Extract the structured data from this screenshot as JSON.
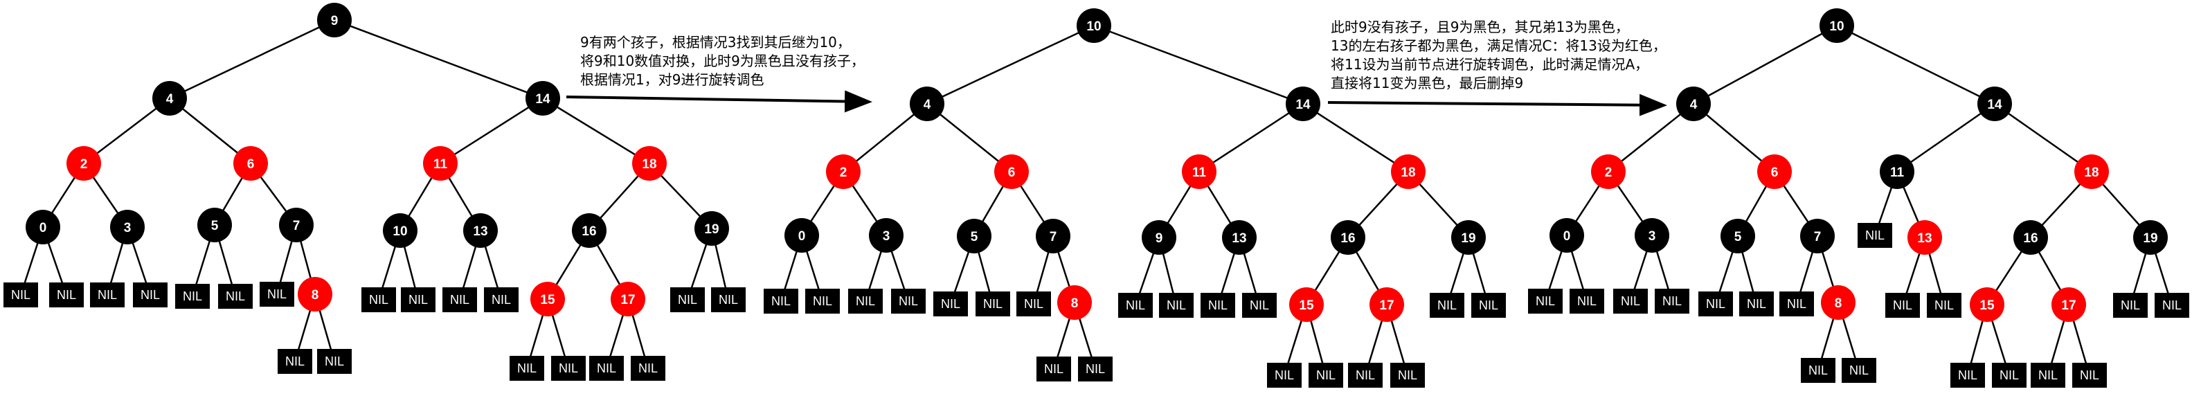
{
  "colors": {
    "red": "#ff0000",
    "black": "#000000",
    "nil": "#000000"
  },
  "notes": [
    {
      "lines": [
        "9有两个孩子，根据情况3找到其后继为10，",
        "将9和10数值对换，此时9为黑色且没有孩子，",
        "根据情况1，对9进行旋转调色"
      ]
    },
    {
      "lines": [
        "此时9没有孩子，且9为黑色，其兄弟13为黑色，",
        "13的左右孩子都为黑色，满足情况C：将13设为红色，",
        "将11设为当前节点进行旋转调色，此时满足情况A，",
        "直接将11变为黑色，最后删掉9"
      ]
    }
  ],
  "trees": [
    {
      "nodes": [
        {
          "id": "n9",
          "label": "9",
          "color": "black"
        },
        {
          "id": "n4",
          "label": "4",
          "color": "black"
        },
        {
          "id": "n14",
          "label": "14",
          "color": "black"
        },
        {
          "id": "n2",
          "label": "2",
          "color": "red"
        },
        {
          "id": "n6",
          "label": "6",
          "color": "red"
        },
        {
          "id": "n11",
          "label": "11",
          "color": "red"
        },
        {
          "id": "n18",
          "label": "18",
          "color": "red"
        },
        {
          "id": "n0",
          "label": "0",
          "color": "black"
        },
        {
          "id": "n3",
          "label": "3",
          "color": "black"
        },
        {
          "id": "n5",
          "label": "5",
          "color": "black"
        },
        {
          "id": "n7",
          "label": "7",
          "color": "black"
        },
        {
          "id": "n10",
          "label": "10",
          "color": "black"
        },
        {
          "id": "n13",
          "label": "13",
          "color": "black"
        },
        {
          "id": "n16",
          "label": "16",
          "color": "black"
        },
        {
          "id": "n19",
          "label": "19",
          "color": "black"
        },
        {
          "id": "n8",
          "label": "8",
          "color": "red"
        },
        {
          "id": "n15",
          "label": "15",
          "color": "red"
        },
        {
          "id": "n17",
          "label": "17",
          "color": "red"
        }
      ],
      "nils": [
        {
          "id": "a1",
          "label": "NIL"
        },
        {
          "id": "a2",
          "label": "NIL"
        },
        {
          "id": "a3",
          "label": "NIL"
        },
        {
          "id": "a4",
          "label": "NIL"
        },
        {
          "id": "a5",
          "label": "NIL"
        },
        {
          "id": "a6",
          "label": "NIL"
        },
        {
          "id": "a7",
          "label": "NIL"
        },
        {
          "id": "a8",
          "label": "NIL"
        },
        {
          "id": "a9",
          "label": "NIL"
        },
        {
          "id": "a10",
          "label": "NIL"
        },
        {
          "id": "a11",
          "label": "NIL"
        },
        {
          "id": "a12",
          "label": "NIL"
        },
        {
          "id": "a13",
          "label": "NIL"
        },
        {
          "id": "a14",
          "label": "NIL"
        },
        {
          "id": "a15",
          "label": "NIL"
        },
        {
          "id": "a16",
          "label": "NIL"
        },
        {
          "id": "a17",
          "label": "NIL"
        },
        {
          "id": "a18",
          "label": "NIL"
        },
        {
          "id": "a19",
          "label": "NIL"
        }
      ],
      "edges": [
        [
          "n9",
          "n4"
        ],
        [
          "n9",
          "n14"
        ],
        [
          "n4",
          "n2"
        ],
        [
          "n4",
          "n6"
        ],
        [
          "n14",
          "n11"
        ],
        [
          "n14",
          "n18"
        ],
        [
          "n2",
          "n0"
        ],
        [
          "n2",
          "n3"
        ],
        [
          "n6",
          "n5"
        ],
        [
          "n6",
          "n7"
        ],
        [
          "n11",
          "n10"
        ],
        [
          "n11",
          "n13"
        ],
        [
          "n18",
          "n16"
        ],
        [
          "n18",
          "n19"
        ],
        [
          "n7",
          "n8"
        ],
        [
          "n16",
          "n15"
        ],
        [
          "n16",
          "n17"
        ],
        [
          "n0",
          "a1"
        ],
        [
          "n0",
          "a2"
        ],
        [
          "n3",
          "a3"
        ],
        [
          "n3",
          "a4"
        ],
        [
          "n5",
          "a5"
        ],
        [
          "n5",
          "a6"
        ],
        [
          "n7",
          "a7"
        ],
        [
          "n8",
          "a8"
        ],
        [
          "n8",
          "a9"
        ],
        [
          "n10",
          "a10"
        ],
        [
          "n10",
          "a11"
        ],
        [
          "n13",
          "a12"
        ],
        [
          "n13",
          "a13"
        ],
        [
          "n15",
          "a14"
        ],
        [
          "n15",
          "a15"
        ],
        [
          "n17",
          "a16"
        ],
        [
          "n17",
          "a17"
        ],
        [
          "n19",
          "a18"
        ],
        [
          "n19",
          "a19"
        ]
      ]
    },
    {
      "nodes": [
        {
          "id": "n10",
          "label": "10",
          "color": "black"
        },
        {
          "id": "n4",
          "label": "4",
          "color": "black"
        },
        {
          "id": "n14",
          "label": "14",
          "color": "black"
        },
        {
          "id": "n2",
          "label": "2",
          "color": "red"
        },
        {
          "id": "n6",
          "label": "6",
          "color": "red"
        },
        {
          "id": "n11",
          "label": "11",
          "color": "red"
        },
        {
          "id": "n18",
          "label": "18",
          "color": "red"
        },
        {
          "id": "n0",
          "label": "0",
          "color": "black"
        },
        {
          "id": "n3",
          "label": "3",
          "color": "black"
        },
        {
          "id": "n5",
          "label": "5",
          "color": "black"
        },
        {
          "id": "n7",
          "label": "7",
          "color": "black"
        },
        {
          "id": "n9",
          "label": "9",
          "color": "black"
        },
        {
          "id": "n13",
          "label": "13",
          "color": "black"
        },
        {
          "id": "n16",
          "label": "16",
          "color": "black"
        },
        {
          "id": "n19",
          "label": "19",
          "color": "black"
        },
        {
          "id": "n8",
          "label": "8",
          "color": "red"
        },
        {
          "id": "n15",
          "label": "15",
          "color": "red"
        },
        {
          "id": "n17",
          "label": "17",
          "color": "red"
        }
      ],
      "nils": [
        {
          "id": "a1",
          "label": "NIL"
        },
        {
          "id": "a2",
          "label": "NIL"
        },
        {
          "id": "a3",
          "label": "NIL"
        },
        {
          "id": "a4",
          "label": "NIL"
        },
        {
          "id": "a5",
          "label": "NIL"
        },
        {
          "id": "a6",
          "label": "NIL"
        },
        {
          "id": "a7",
          "label": "NIL"
        },
        {
          "id": "a8",
          "label": "NIL"
        },
        {
          "id": "a9",
          "label": "NIL"
        },
        {
          "id": "a10",
          "label": "NIL"
        },
        {
          "id": "a11",
          "label": "NIL"
        },
        {
          "id": "a12",
          "label": "NIL"
        },
        {
          "id": "a13",
          "label": "NIL"
        },
        {
          "id": "a14",
          "label": "NIL"
        },
        {
          "id": "a15",
          "label": "NIL"
        },
        {
          "id": "a16",
          "label": "NIL"
        },
        {
          "id": "a17",
          "label": "NIL"
        },
        {
          "id": "a18",
          "label": "NIL"
        },
        {
          "id": "a19",
          "label": "NIL"
        }
      ],
      "edges": [
        [
          "n10",
          "n4"
        ],
        [
          "n10",
          "n14"
        ],
        [
          "n4",
          "n2"
        ],
        [
          "n4",
          "n6"
        ],
        [
          "n14",
          "n11"
        ],
        [
          "n14",
          "n18"
        ],
        [
          "n2",
          "n0"
        ],
        [
          "n2",
          "n3"
        ],
        [
          "n6",
          "n5"
        ],
        [
          "n6",
          "n7"
        ],
        [
          "n11",
          "n9"
        ],
        [
          "n11",
          "n13"
        ],
        [
          "n18",
          "n16"
        ],
        [
          "n18",
          "n19"
        ],
        [
          "n7",
          "n8"
        ],
        [
          "n16",
          "n15"
        ],
        [
          "n16",
          "n17"
        ],
        [
          "n0",
          "a1"
        ],
        [
          "n0",
          "a2"
        ],
        [
          "n3",
          "a3"
        ],
        [
          "n3",
          "a4"
        ],
        [
          "n5",
          "a5"
        ],
        [
          "n5",
          "a6"
        ],
        [
          "n7",
          "a7"
        ],
        [
          "n8",
          "a8"
        ],
        [
          "n8",
          "a9"
        ],
        [
          "n9",
          "a10"
        ],
        [
          "n9",
          "a11"
        ],
        [
          "n13",
          "a12"
        ],
        [
          "n13",
          "a13"
        ],
        [
          "n15",
          "a14"
        ],
        [
          "n15",
          "a15"
        ],
        [
          "n17",
          "a16"
        ],
        [
          "n17",
          "a17"
        ],
        [
          "n19",
          "a18"
        ],
        [
          "n19",
          "a19"
        ]
      ]
    },
    {
      "nodes": [
        {
          "id": "n10",
          "label": "10",
          "color": "black"
        },
        {
          "id": "n4",
          "label": "4",
          "color": "black"
        },
        {
          "id": "n14",
          "label": "14",
          "color": "black"
        },
        {
          "id": "n2",
          "label": "2",
          "color": "red"
        },
        {
          "id": "n6",
          "label": "6",
          "color": "red"
        },
        {
          "id": "n11",
          "label": "11",
          "color": "black"
        },
        {
          "id": "n18",
          "label": "18",
          "color": "red"
        },
        {
          "id": "n0",
          "label": "0",
          "color": "black"
        },
        {
          "id": "n3",
          "label": "3",
          "color": "black"
        },
        {
          "id": "n5",
          "label": "5",
          "color": "black"
        },
        {
          "id": "n7",
          "label": "7",
          "color": "black"
        },
        {
          "id": "n13",
          "label": "13",
          "color": "red"
        },
        {
          "id": "n16",
          "label": "16",
          "color": "black"
        },
        {
          "id": "n19",
          "label": "19",
          "color": "black"
        },
        {
          "id": "n8",
          "label": "8",
          "color": "red"
        },
        {
          "id": "n15",
          "label": "15",
          "color": "red"
        },
        {
          "id": "n17",
          "label": "17",
          "color": "red"
        }
      ],
      "nils": [
        {
          "id": "a1",
          "label": "NIL"
        },
        {
          "id": "a2",
          "label": "NIL"
        },
        {
          "id": "a3",
          "label": "NIL"
        },
        {
          "id": "a4",
          "label": "NIL"
        },
        {
          "id": "a5",
          "label": "NIL"
        },
        {
          "id": "a6",
          "label": "NIL"
        },
        {
          "id": "a7",
          "label": "NIL"
        },
        {
          "id": "a8",
          "label": "NIL"
        },
        {
          "id": "a9",
          "label": "NIL"
        },
        {
          "id": "a10",
          "label": "NIL"
        },
        {
          "id": "a12",
          "label": "NIL"
        },
        {
          "id": "a13",
          "label": "NIL"
        },
        {
          "id": "a14",
          "label": "NIL"
        },
        {
          "id": "a15",
          "label": "NIL"
        },
        {
          "id": "a16",
          "label": "NIL"
        },
        {
          "id": "a17",
          "label": "NIL"
        },
        {
          "id": "a18",
          "label": "NIL"
        },
        {
          "id": "a19",
          "label": "NIL"
        }
      ],
      "edges": [
        [
          "n10",
          "n4"
        ],
        [
          "n10",
          "n14"
        ],
        [
          "n4",
          "n2"
        ],
        [
          "n4",
          "n6"
        ],
        [
          "n14",
          "n11"
        ],
        [
          "n14",
          "n18"
        ],
        [
          "n2",
          "n0"
        ],
        [
          "n2",
          "n3"
        ],
        [
          "n6",
          "n5"
        ],
        [
          "n6",
          "n7"
        ],
        [
          "n11",
          "a10"
        ],
        [
          "n11",
          "n13"
        ],
        [
          "n18",
          "n16"
        ],
        [
          "n18",
          "n19"
        ],
        [
          "n7",
          "n8"
        ],
        [
          "n16",
          "n15"
        ],
        [
          "n16",
          "n17"
        ],
        [
          "n0",
          "a1"
        ],
        [
          "n0",
          "a2"
        ],
        [
          "n3",
          "a3"
        ],
        [
          "n3",
          "a4"
        ],
        [
          "n5",
          "a5"
        ],
        [
          "n5",
          "a6"
        ],
        [
          "n7",
          "a7"
        ],
        [
          "n8",
          "a8"
        ],
        [
          "n8",
          "a9"
        ],
        [
          "n13",
          "a12"
        ],
        [
          "n13",
          "a13"
        ],
        [
          "n15",
          "a14"
        ],
        [
          "n15",
          "a15"
        ],
        [
          "n17",
          "a16"
        ],
        [
          "n17",
          "a17"
        ],
        [
          "n19",
          "a18"
        ],
        [
          "n19",
          "a19"
        ]
      ]
    }
  ]
}
